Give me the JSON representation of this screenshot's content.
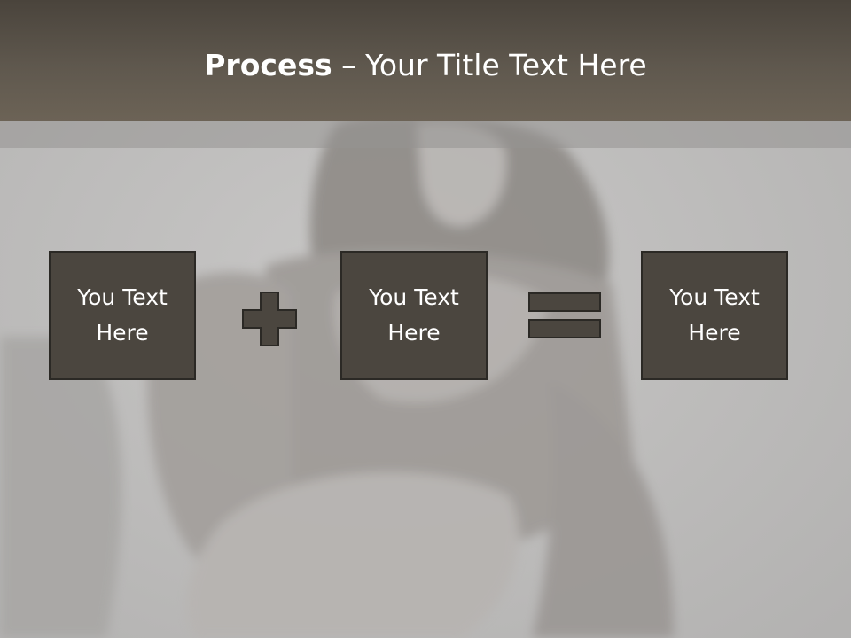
{
  "slide": {
    "title_bold": "Process",
    "title_dash": " – ",
    "title_rest": "Your Title Text Here"
  },
  "process": {
    "boxes": [
      {
        "text": "You Text\nHere"
      },
      {
        "text": "You Text\nHere"
      },
      {
        "text": "You Text\nHere"
      }
    ],
    "operators": [
      "plus-icon",
      "equals-icon"
    ]
  },
  "colors": {
    "title_bar": "#5f584e",
    "box_fill": "#4b463f",
    "box_border": "#2b2925",
    "background": "#bdbcbb"
  }
}
